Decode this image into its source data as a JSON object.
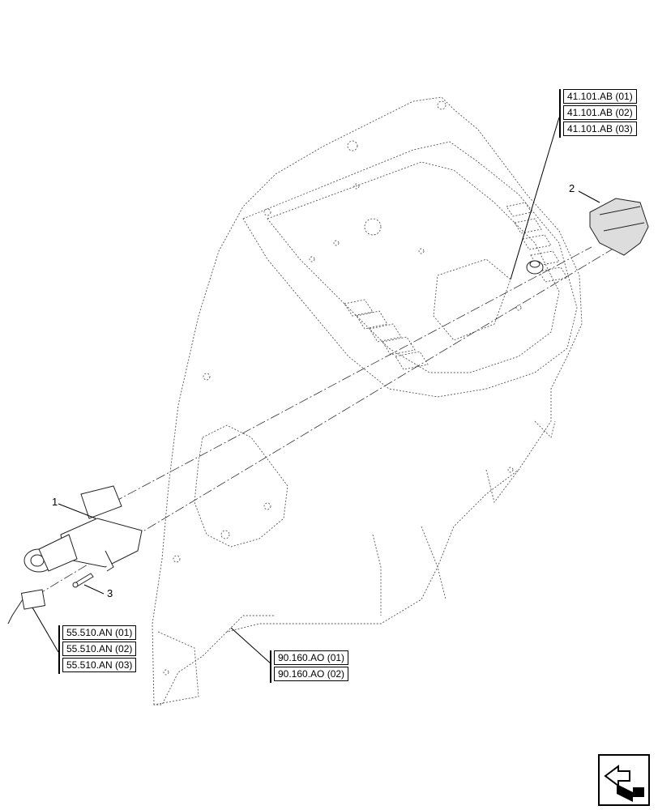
{
  "references": {
    "group_41101": [
      "41.101.AB (01)",
      "41.101.AB (02)",
      "41.101.AB (03)"
    ],
    "group_55510": [
      "55.510.AN (01)",
      "55.510.AN (02)",
      "55.510.AN (03)"
    ],
    "group_90160": [
      "90.160.AO (01)",
      "90.160.AO (02)"
    ]
  },
  "callouts": {
    "item1": "1",
    "item2": "2",
    "item3": "3"
  },
  "icons": {
    "navigation": "next-page-arrow-icon"
  }
}
